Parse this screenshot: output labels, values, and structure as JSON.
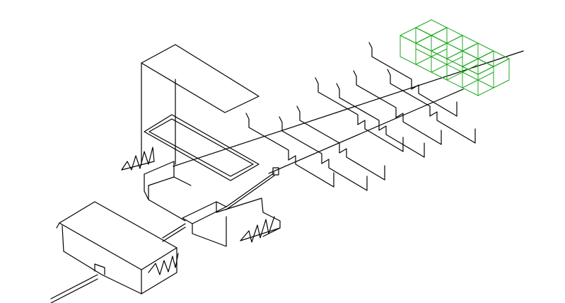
{
  "drawing": {
    "line_color": "#000000",
    "highlight_color": "#22aa22",
    "background": "#ffffff",
    "highlighted_component": "cube-array",
    "components": [
      "main-spine",
      "upper-box",
      "frame-plate",
      "hopper",
      "connector-block",
      "lower-shed",
      "inlet-pipe",
      "fin-panels",
      "cube-array"
    ]
  }
}
